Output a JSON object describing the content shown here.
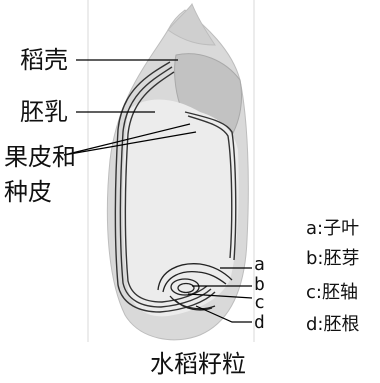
{
  "labels": {
    "husk": "稻壳",
    "endosperm": "胚乳",
    "pericarp_line1": "果皮和",
    "pericarp_line2": "种皮",
    "a": "a",
    "b": "b",
    "c": "c",
    "d": "d"
  },
  "legend": {
    "a": "a:子叶",
    "b": "b:胚芽",
    "c": "c:胚轴",
    "d": "d:胚根"
  },
  "caption": "水稻籽粒"
}
